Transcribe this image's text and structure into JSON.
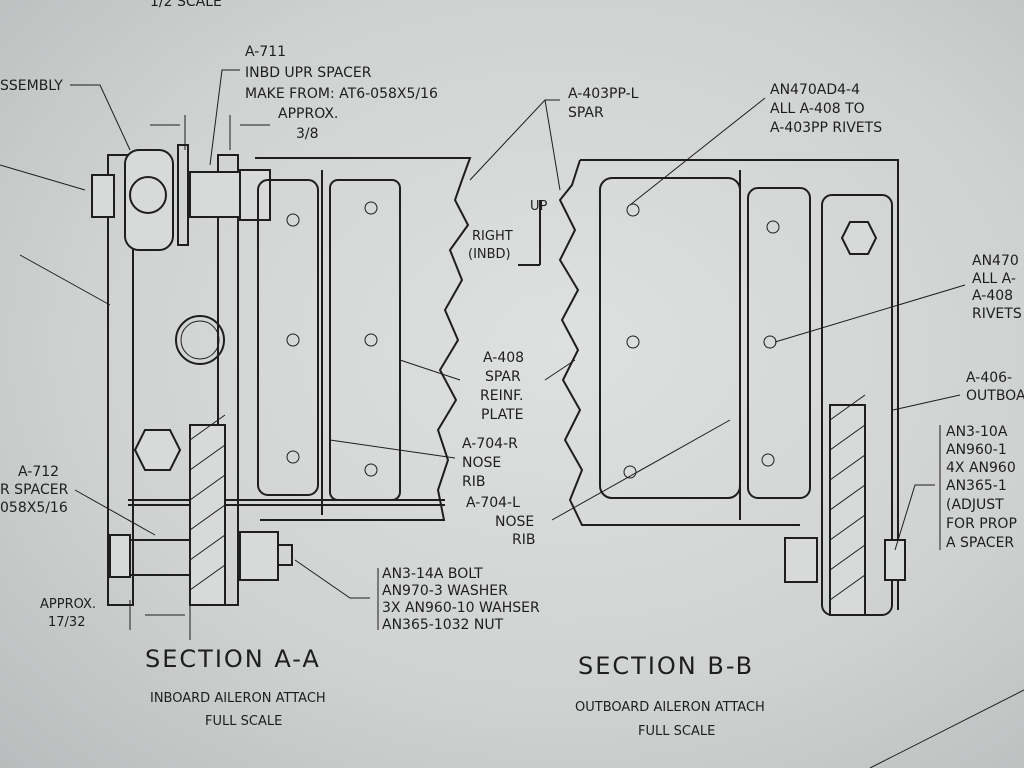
{
  "top_note": "1/2 SCALE",
  "left_cut_label": "SSEMBLY",
  "a711": [
    "A-711",
    "INBD UPR SPACER",
    "MAKE FROM: AT6-058X5/16",
    "APPROX.",
    "3/8"
  ],
  "spar": [
    "A-403PP-L",
    "SPAR"
  ],
  "rivets_b": [
    "AN470AD4-4",
    "ALL A-408 TO",
    "A-403PP RIVETS"
  ],
  "direction": {
    "up": "UP",
    "right": "RIGHT",
    "inbd": "(INBD)"
  },
  "rivets_right_cut": [
    "AN470",
    "ALL A-",
    "A-408",
    "RIVETS"
  ],
  "reinf_plate": [
    "A-408",
    "SPAR",
    "REINF.",
    "PLATE"
  ],
  "nose_rib_r": [
    "A-704-R",
    "NOSE",
    "RIB"
  ],
  "nose_rib_l": [
    "A-704-L",
    "NOSE",
    "RIB"
  ],
  "outboard_cut": [
    "A-406-",
    "OUTBOA"
  ],
  "hardware_b": [
    "AN3-10A",
    "AN960-1",
    "4X AN960",
    "AN365-1",
    "(ADJUST",
    "FOR PROP",
    "A SPACER"
  ],
  "a712": [
    "A-712",
    "R SPACER",
    "058X5/16"
  ],
  "approx_1732": [
    "APPROX.",
    "17/32"
  ],
  "hardware_a": [
    "AN3-14A BOLT",
    "AN970-3 WASHER",
    "3X AN960-10 WAHSER",
    "AN365-1032 NUT"
  ],
  "section_a": {
    "title": "SECTION A-A",
    "subtitle": "INBOARD AILERON ATTACH",
    "scale": "FULL SCALE"
  },
  "section_b": {
    "title": "SECTION B-B",
    "subtitle": "OUTBOARD AILERON ATTACH",
    "scale": "FULL SCALE"
  }
}
